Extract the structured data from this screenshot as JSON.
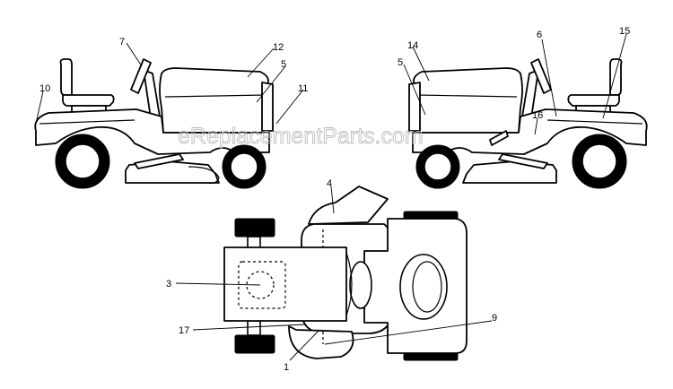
{
  "watermark": "eReplacementParts.com",
  "callouts": [
    {
      "id": "c1",
      "text": "1"
    },
    {
      "id": "c3",
      "text": "3"
    },
    {
      "id": "c4",
      "text": "4"
    },
    {
      "id": "c5a",
      "text": "5"
    },
    {
      "id": "c5b",
      "text": "5"
    },
    {
      "id": "c6",
      "text": "6"
    },
    {
      "id": "c7",
      "text": "7"
    },
    {
      "id": "c9",
      "text": "9"
    },
    {
      "id": "c10",
      "text": "10"
    },
    {
      "id": "c11",
      "text": "11"
    },
    {
      "id": "c12",
      "text": "12"
    },
    {
      "id": "c14",
      "text": "14"
    },
    {
      "id": "c15",
      "text": "15"
    },
    {
      "id": "c16",
      "text": "16"
    },
    {
      "id": "c17",
      "text": "17"
    }
  ]
}
